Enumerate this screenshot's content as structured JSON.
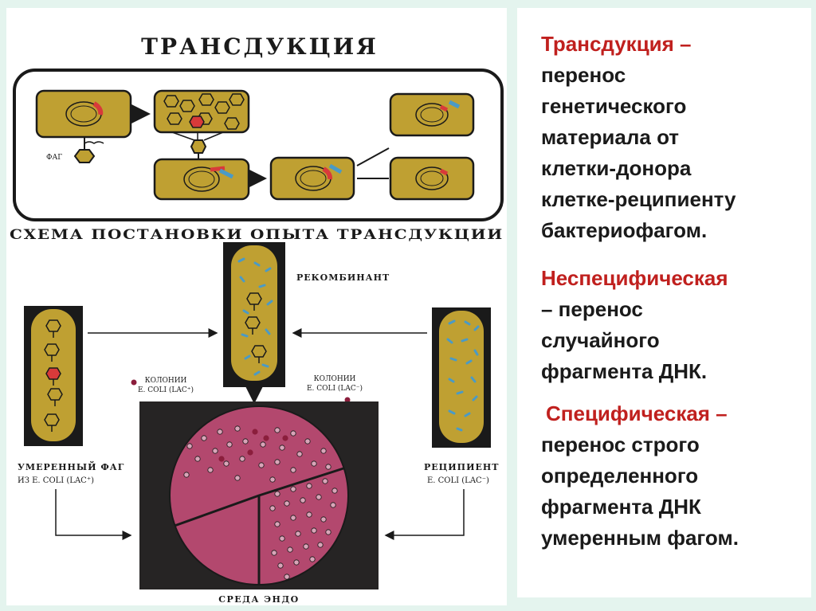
{
  "diagram": {
    "title": "ТРАНСДУКЦИЯ",
    "phage_label": "ФАГ",
    "schema_title": "СХЕМА ПОСТАНОВКИ ОПЫТА ТРАНСДУКЦИИ",
    "recombinant_label": "РЕКОМБИНАНТ",
    "colonies_left": [
      "КОЛОНИИ",
      "E. COLI (LAC⁺)"
    ],
    "colonies_right": [
      "КОЛОНИИ",
      "E. COLI (LAC⁻)"
    ],
    "temperate_phage_label": [
      "УМЕРЕННЫЙ ФАГ",
      "ИЗ E. COLI (LAC⁺)"
    ],
    "recipient_label": [
      "РЕЦИПИЕНТ",
      "E. COLI (LAC⁻)"
    ],
    "medium_label": "СРЕДА ЭНДО",
    "colors": {
      "cell": "#bfa032",
      "outline": "#1a1a1a",
      "plate_fill": "#b3486e",
      "plate_border": "#262424",
      "red_marker": "#d83a3a",
      "blue_marker": "#4a9ac6"
    }
  },
  "text": {
    "p1": {
      "term": "Трансдукция –",
      "lines": [
        "перенос",
        "генетического",
        "материала от",
        "клетки-донора",
        "клетке-реципиенту",
        "бактериофагом."
      ]
    },
    "p2": {
      "term": "Неспецифическая",
      "lines": [
        "– перенос",
        "случайного",
        "фрагмента ДНК."
      ]
    },
    "p3": {
      "term": "Специфическая –",
      "lines": [
        "перенос строго",
        "определенного",
        "фрагмента ДНК",
        "умеренным фагом."
      ]
    }
  }
}
